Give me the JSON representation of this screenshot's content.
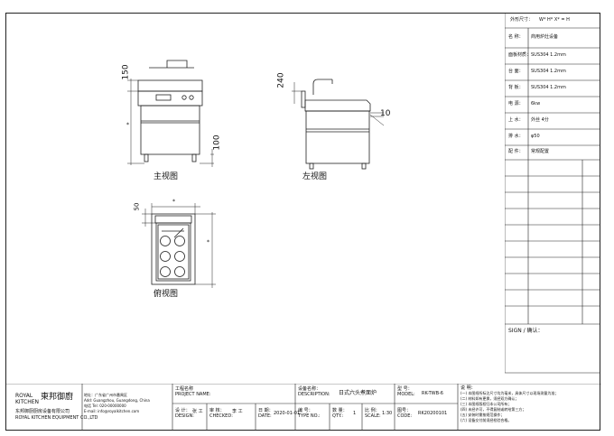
{
  "views": {
    "front": {
      "label": "主视图",
      "dim_top": "150",
      "dim_height": "*",
      "dim_bottom": "100"
    },
    "left": {
      "label": "左视图",
      "dim_top": "240",
      "dim_callout": "10"
    },
    "top": {
      "label": "俯视图",
      "dim_corner": "50",
      "dim_width": "*",
      "dim_depth": "*"
    }
  },
  "spec_table": {
    "size": {
      "label": "外形尺寸：",
      "value": "W* H* X* =  H"
    },
    "rows": [
      {
        "label": "名 称：",
        "value": "商用炉灶设备"
      },
      {
        "label": "面板材质：",
        "value": "SUS304  1.2mm"
      },
      {
        "label": "台 面：",
        "value": "SUS304  1.2mm"
      },
      {
        "label": "背 板：",
        "value": "SUS304  1.2mm"
      },
      {
        "label": "电 源：",
        "value": "6kw"
      },
      {
        "label": "上 水：",
        "value": "外丝 4分"
      },
      {
        "label": "排 水：",
        "value": "φ50"
      },
      {
        "label": "配 件：",
        "value": "常规配置"
      }
    ],
    "sign_label": "SIGN / 确认："
  },
  "title_block": {
    "brand_en_1": "ROYAL",
    "brand_en_2": "KITCHEN",
    "brand_cn": "東邦御廚",
    "company_cn": "东邦御厨厨房设备有限公司",
    "company_en": "ROYAL KITCHEN EQUIPMENT CO.,LTD",
    "address_lines": [
      "地址：广东省广州市番禺区",
      "Add: Guangzhou, Guangdong, China",
      "电话 Tel: 020-00000000",
      "E-mail: info@royalkitchen.com"
    ],
    "project_label_cn": "工程名称",
    "project_label_en": "PROJECT NAME:",
    "designer_label": "设 计：",
    "designer_label_en": "DESIGN:",
    "designer_value": "张 工",
    "checker_label": "审 核：",
    "checker_label_en": "CHECKED:",
    "checker_value": "李 工",
    "date_label": "日 期：",
    "date_label_en": "DATE:",
    "date_value": "2020-01-01",
    "desc_label": "设备名称：",
    "desc_label_en": "DESCRIPTION:",
    "desc_value": "日式六头煮面炉",
    "type_label": "编 号：",
    "type_label_en": "TYPE NO.:",
    "qty_label": "数 量：",
    "qty_label_en": "QTY.:",
    "qty_value": "1",
    "scale_label": "比 例：",
    "scale_label_en": "SCALE:",
    "scale_value": "1:30",
    "model_label": "型 号：",
    "model_label_en": "MODEL:",
    "model_value": "RK-TWB-6",
    "code_label": "图号：",
    "code_label_en": "CODE:",
    "code_value": "RK20200101",
    "notes_title": "说 明：",
    "notes": [
      "(一) 本图纸所标注尺寸均为毫米，具体尺寸以现场测量为准；",
      "(二) 材料如有更换，须经双方确认；",
      "(三) 本图纸版权归本公司所有；",
      "(四) 未经许可，不得复制或转给第三方；",
      "(五) 安装时需按规范操作；",
      "(六) 设备交付前须经检验合格。"
    ]
  }
}
